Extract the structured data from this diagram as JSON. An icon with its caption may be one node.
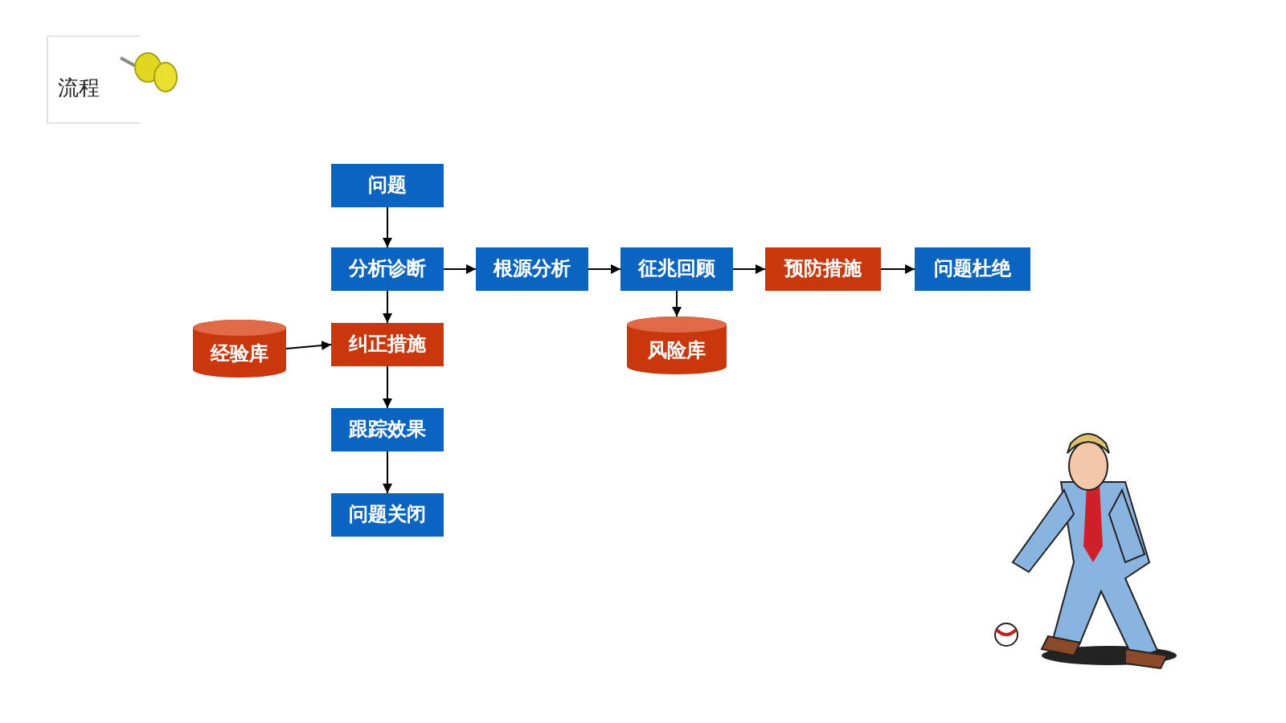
{
  "diagram": {
    "title": "流程",
    "nodes": [
      {
        "text": [
          "问题"
        ]
      },
      {
        "text": [
          "分析诊断"
        ]
      },
      {
        "text": [
          "根源分析"
        ]
      },
      {
        "text": [
          "征兆回顾"
        ]
      },
      {
        "text": [
          "预防措施"
        ]
      },
      {
        "text": [
          "问题杜绝"
        ]
      },
      {
        "text": [
          "经验库"
        ]
      },
      {
        "text": [
          "纠正措施"
        ]
      },
      {
        "text": [
          "风险库"
        ]
      },
      {
        "text": [
          "跟踪效果"
        ]
      },
      {
        "text": [
          "问题关闭"
        ]
      }
    ],
    "edges": [
      {
        "from": 0,
        "to": 1,
        "arrow": "to"
      },
      {
        "from": 1,
        "to": 2,
        "arrow": "to"
      },
      {
        "from": 2,
        "to": 3,
        "arrow": "to"
      },
      {
        "from": 3,
        "to": 4,
        "arrow": "to"
      },
      {
        "from": 4,
        "to": 5,
        "arrow": "to"
      },
      {
        "from": 1,
        "to": 7,
        "arrow": "to"
      },
      {
        "from": 6,
        "to": 7,
        "arrow": "to"
      },
      {
        "from": 3,
        "to": 8,
        "arrow": "to"
      },
      {
        "from": 7,
        "to": 9,
        "arrow": "to"
      },
      {
        "from": 9,
        "to": 10,
        "arrow": "to"
      }
    ]
  }
}
